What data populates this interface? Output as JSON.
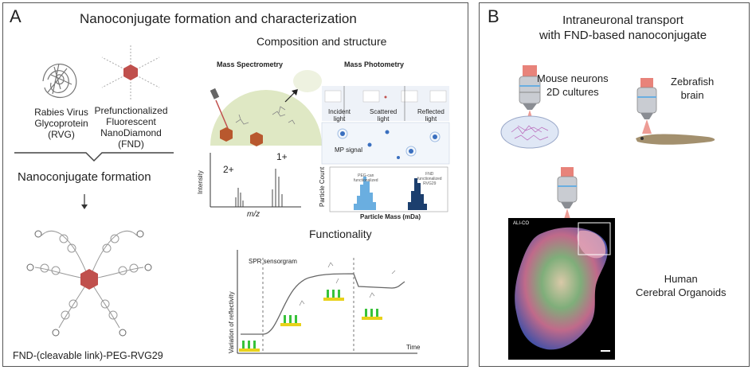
{
  "panel_a": {
    "letter": "A",
    "title": "Nanoconjugate formation and characterization",
    "composition_title": "Composition and structure",
    "rvg_label": [
      "Rabies Virus",
      "Glycoprotein",
      "(RVG)"
    ],
    "fnd_label": [
      "Prefunctionalized",
      "Fluorescent",
      "NanoDiamond",
      "(FND)"
    ],
    "formation_label": "Nanoconjugate formation",
    "conjugate_label": "FND-(cleavable link)-PEG-RVG29",
    "mass_spec": {
      "title": "Mass Spectrometry",
      "ylabel": "Intensity",
      "xlabel": "m/z",
      "peak_labels": [
        "2+",
        "1+"
      ]
    },
    "mass_photometry": {
      "title": "Mass Photometry",
      "incident": [
        "Incident",
        "light"
      ],
      "scattered": [
        "Scattered",
        "light"
      ],
      "reflected": [
        "Reflected",
        "light"
      ],
      "signal": "MP signal",
      "ylabel": "Particle Count",
      "xlabel": "Particle Mass (mDa)",
      "peak_a": [
        "PEG-can",
        "functionalized"
      ],
      "peak_b": [
        "FND",
        "functionalized",
        "RVG29"
      ]
    },
    "functionality": {
      "title": "Functionality",
      "sensorgram": "SPR sensorgram",
      "ylabel": "Variation of reflectivity",
      "xlabel": "Time"
    }
  },
  "panel_b": {
    "letter": "B",
    "title": [
      "Intraneuronal transport",
      "with FND-based nanoconjugate"
    ],
    "neurons": [
      "Mouse neurons",
      "2D cultures"
    ],
    "zebrafish": [
      "Zebrafish",
      "brain"
    ],
    "organoid_tag": "ALI-CO",
    "organoids": [
      "Human",
      "Cerebral Organoids"
    ]
  },
  "colors": {
    "fnd_red": "#c0504d",
    "objective_pink": "#e8837a",
    "sphere_green": "#dfe8c4",
    "peak_light_blue": "#6aaee0",
    "peak_dark_blue": "#1c3f6e",
    "sensor_yellow": "#e8d21a",
    "receptor_green": "#38c23a"
  }
}
